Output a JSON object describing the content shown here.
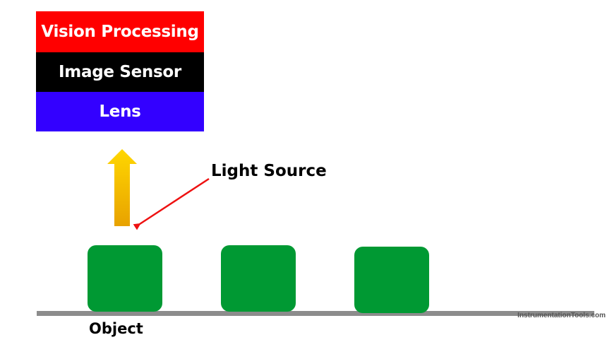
{
  "stack": {
    "layers": [
      {
        "label": "Vision Processing",
        "color": "#ff0000"
      },
      {
        "label": "Image Sensor",
        "color": "#000000"
      },
      {
        "label": "Lens",
        "color": "#3300ff"
      }
    ]
  },
  "light_source_label": "Light Source",
  "object_label": "Object",
  "watermark": "InstrumentationTools.com",
  "colors": {
    "object": "#009933",
    "ground": "#8c8c8c",
    "arrow_top": "#ffd700",
    "arrow_bottom": "#e8a200",
    "pointer": "#ee1111"
  }
}
